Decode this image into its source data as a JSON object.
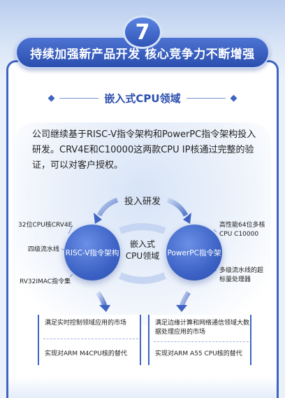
{
  "header": {
    "number": "7",
    "title": "持续加强新产品开发  核心竞争力不断增强"
  },
  "section": {
    "title": "嵌入式CPU领域"
  },
  "intro": {
    "text": "公司继续基于RISC-V指令架构和PowerPC指令架构投入研发。CRV4E和C10000这两款CPU IP核通过完整的验证，可以对客户授权。"
  },
  "diagram": {
    "top_label": "投入研发",
    "center_label_line1": "嵌入式",
    "center_label_line2": "CPU领域",
    "left_circle": "RISC-V指令架构",
    "right_circle": "PowerPC指令架",
    "left_features": [
      "32位CPU核CRV4E",
      "四级流水线",
      "RV32IMAC指令集"
    ],
    "right_features": [
      "高性能64位多核CPU C10000",
      "多级流水线的超标量处理器"
    ],
    "left_box": {
      "line1": "满足实时控制领域应用的市场",
      "line2": "实现对ARM M4CPU核的替代"
    },
    "right_box": {
      "line1": "满足边缘计算和网络通信领域大数据处理应用的市场",
      "line2": "实现对ARM A55 CPU核的替代"
    }
  },
  "colors": {
    "primary": "#3e64c2",
    "dark": "#2c4fae",
    "background": "#eaf1fb"
  }
}
